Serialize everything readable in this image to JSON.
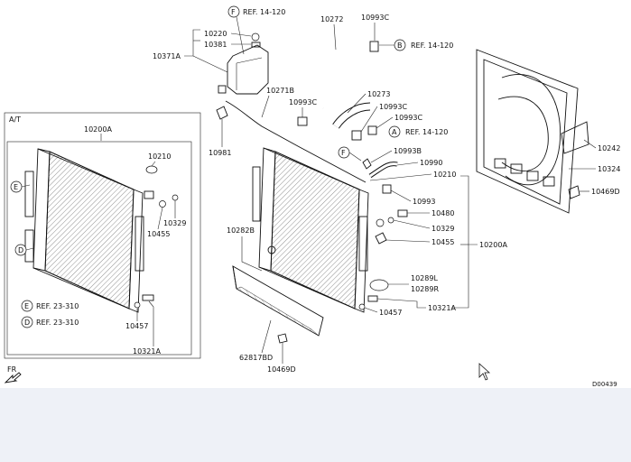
{
  "diagram": {
    "section_label": "A/T",
    "doc_code": "D00439",
    "fr_label": "FR",
    "callouts": [
      {
        "letter": "F",
        "ref": "REF. 14-120"
      },
      {
        "letter": "B",
        "ref": "REF. 14-120"
      },
      {
        "letter": "A",
        "ref": "REF. 14-120"
      },
      {
        "letter": "E",
        "ref": "REF. 23-310"
      },
      {
        "letter": "D",
        "ref": "REF. 23-310"
      }
    ],
    "part_labels": {
      "p10220": "10220",
      "p10381": "10381",
      "p10371A": "10371A",
      "p10272": "10272",
      "p10993C_top": "10993C",
      "p10271B": "10271B",
      "p10993C_a": "10993C",
      "p10273": "10273",
      "p10993C_b": "10993C",
      "p10993C_c": "10993C",
      "p10993B": "10993B",
      "p10990": "10990",
      "p10210": "10210",
      "p10993": "10993",
      "p10480": "10480",
      "p10329": "10329",
      "p10455": "10455",
      "p10200A": "10200A",
      "p10289L": "10289L",
      "p10289R": "10289R",
      "p10457": "10457",
      "p10321A": "10321A",
      "p10981": "10981",
      "p10282B": "10282B",
      "p62817BD": "62817BD",
      "p10469D": "10469D",
      "p10242": "10242",
      "p10324": "10324",
      "p10469D_r": "10469D",
      "at_10200A": "10200A",
      "at_10210": "10210",
      "at_10329": "10329",
      "at_10455": "10455",
      "at_10457": "10457",
      "at_10321A": "10321A"
    }
  }
}
